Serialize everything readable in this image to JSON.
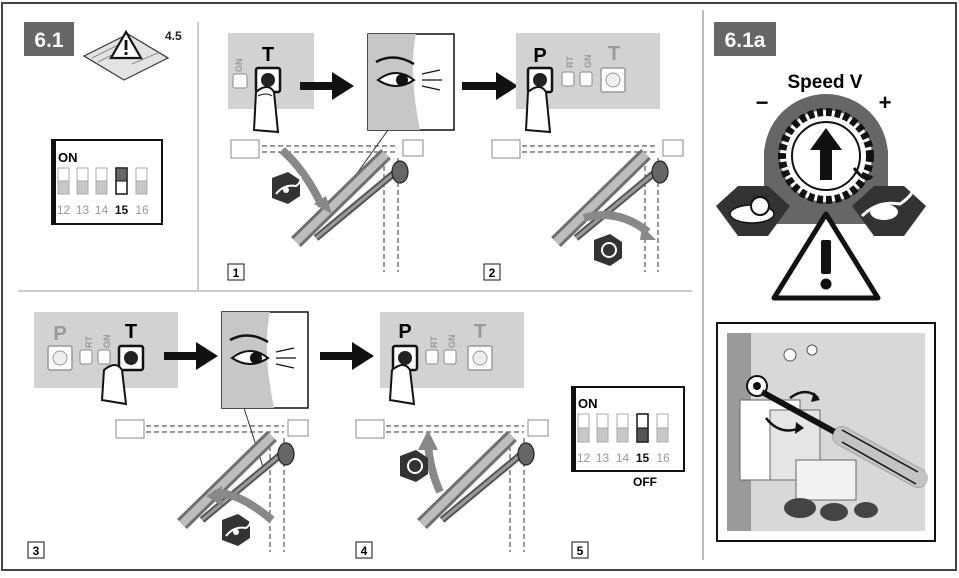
{
  "section_left": {
    "badge": "6.1",
    "manual_ref": "4.5"
  },
  "section_right": {
    "badge": "6.1a",
    "speed_title": "Speed V",
    "minus": "−",
    "plus": "+"
  },
  "dip_left": {
    "on_label": "ON",
    "numbers": [
      "12",
      "13",
      "14",
      "15",
      "16"
    ]
  },
  "dip_step5": {
    "on_label": "ON",
    "off_label": "OFF",
    "numbers": [
      "12",
      "13",
      "14",
      "15",
      "16"
    ]
  },
  "buttons": {
    "p": "P",
    "t": "T",
    "rt": "RT",
    "gn": "GN"
  },
  "steps": [
    "1",
    "2",
    "3",
    "4",
    "5"
  ]
}
